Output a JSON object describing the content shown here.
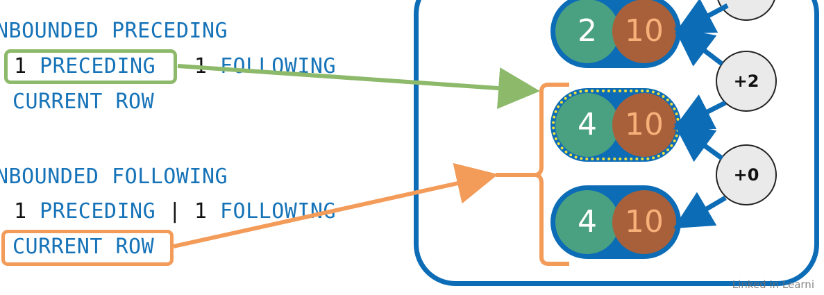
{
  "left_code": {
    "line1": "NBOUNDED PRECEDING",
    "line2": {
      "num1": "1",
      "kw1": "PRECEDING",
      "sep": "|",
      "num2": "1",
      "kw2": "FOLLOWING"
    },
    "line3": "CURRENT ROW",
    "line4": "NBOUNDED FOLLOWING",
    "line5": {
      "num1": "1",
      "kw1": "PRECEDING",
      "sep": "|",
      "num2": "1",
      "kw2": "FOLLOWING"
    },
    "line6": "CURRENT ROW"
  },
  "rows": [
    {
      "left": "2",
      "right": "10"
    },
    {
      "left": "4",
      "right": "10"
    },
    {
      "left": "4",
      "right": "10"
    }
  ],
  "deltas": [
    "+2",
    "+0"
  ],
  "watermark": "Linked in Learni",
  "colors": {
    "keyword": "#1673b8",
    "green_highlight": "#8db96a",
    "orange_highlight": "#f39c5a",
    "panel_blue": "#0d6cb6",
    "circle_green": "#4aa181",
    "circle_brown": "#a8603a"
  }
}
